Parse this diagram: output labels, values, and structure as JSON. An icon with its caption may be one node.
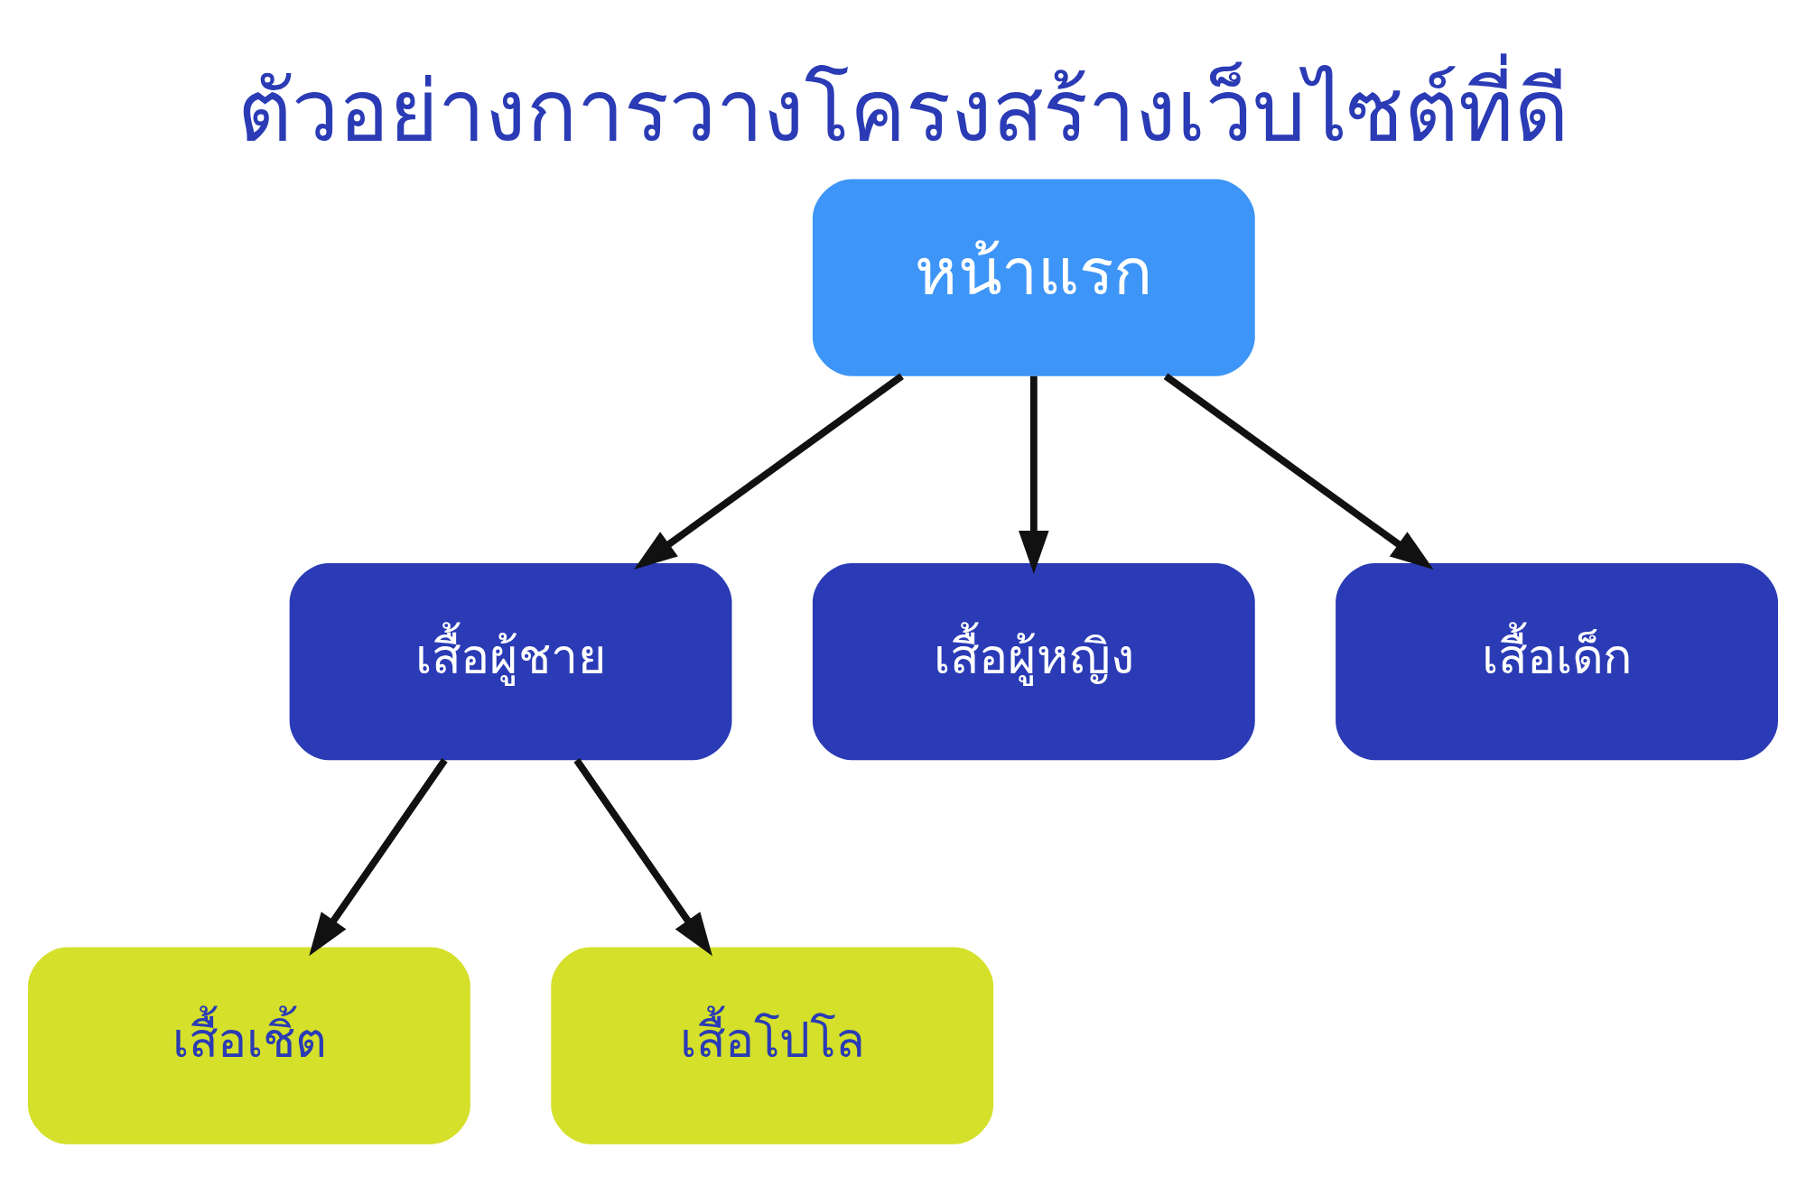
{
  "diagram": {
    "title": "ตัวอย่างการวางโครงสร้างเว็บไซต์ที่ดี",
    "nodes": [
      {
        "text": [
          "หน้าแรก"
        ]
      },
      {
        "text": [
          "เสื้อผู้ชาย"
        ]
      },
      {
        "text": [
          "เสื้อผู้หญิง"
        ]
      },
      {
        "text": [
          "เสื้อเด็ก"
        ]
      },
      {
        "text": [
          "เสื้อเชิ้ต"
        ]
      },
      {
        "text": [
          "เสื้อโปโล"
        ]
      }
    ],
    "edges": [
      {
        "from": 0,
        "to": 1,
        "arrow": "to"
      },
      {
        "from": 0,
        "to": 2,
        "arrow": "to"
      },
      {
        "from": 0,
        "to": 3,
        "arrow": "to"
      },
      {
        "from": 1,
        "to": 4,
        "arrow": "to"
      },
      {
        "from": 1,
        "to": 5,
        "arrow": "to"
      }
    ]
  }
}
